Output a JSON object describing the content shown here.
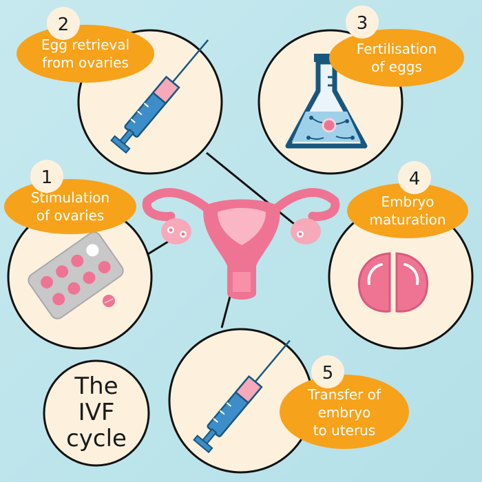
{
  "title": [
    "The",
    "IVF",
    "cycle"
  ],
  "steps": [
    {
      "number": "1",
      "lines": [
        "Stimulation",
        "of ovaries"
      ],
      "icon": "pill-blister-icon"
    },
    {
      "number": "2",
      "lines": [
        "Egg retrieval",
        "from ovaries"
      ],
      "icon": "syringe-icon"
    },
    {
      "number": "3",
      "lines": [
        "Fertilisation",
        "of eggs"
      ],
      "icon": "flask-icon"
    },
    {
      "number": "4",
      "lines": [
        "Embryo",
        "maturation"
      ],
      "icon": "embryo-icon"
    },
    {
      "number": "5",
      "lines": [
        "Transfer of",
        "embryo",
        "to uterus"
      ],
      "icon": "syringe-icon"
    }
  ],
  "center_icon": "uterus-icon",
  "colors": {
    "background": "#bfe6ec",
    "circle_fill": "#fdf1de",
    "circle_stroke": "#111111",
    "label_orange": "#f7a21b",
    "pink": "#ef7493",
    "blue": "#3d8dc9",
    "dark_blue": "#17577e"
  }
}
